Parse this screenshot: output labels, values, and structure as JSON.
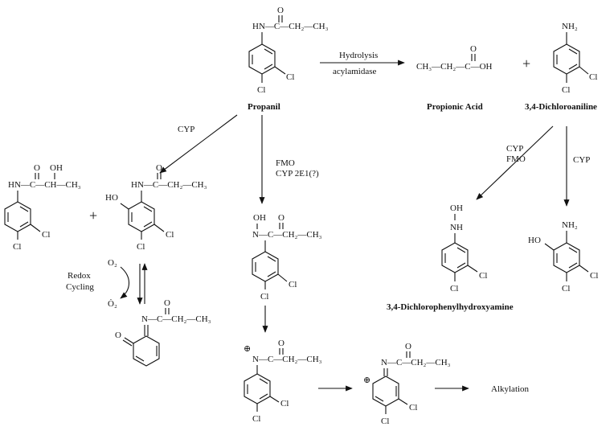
{
  "colors": {
    "background": "#ffffff",
    "ink": "#111111"
  },
  "compounds": {
    "propanil": {
      "name": "Propanil",
      "top_chain": "HN—C—CH₂—CH₃",
      "carbonyl_o": "O",
      "cl_3": "Cl",
      "cl_4": "Cl"
    },
    "propionic_acid": {
      "name": "Propionic Acid",
      "formula": "CH₃—CH₂—C—OH",
      "carbonyl_o": "O"
    },
    "dca": {
      "name": "3,4-Dichloroaniline",
      "nh2": "NH₂",
      "cl_3": "Cl",
      "cl_4": "Cl"
    },
    "dcphoh": {
      "name": "3,4-Dichlorophenylhydroxyamine",
      "oh": "OH",
      "nh": "NH",
      "cl_3": "Cl",
      "cl_4": "Cl"
    },
    "aminophenol": {
      "oh": "HO",
      "nh2": "NH₂",
      "cl_a": "Cl",
      "cl_b": "Cl"
    },
    "side_chain_oh": {
      "chain": "HN—C—CH—CH₃",
      "carbonyl_o": "O",
      "oh": "OH",
      "cl_3": "Cl",
      "cl_4": "Cl"
    },
    "ring_hydroxy": {
      "ho": "HO",
      "chain": "HN—C—CH₂—CH₃",
      "carbonyl_o": "O",
      "cl_a": "Cl",
      "cl_b": "Cl"
    },
    "quinone_imine": {
      "chain": "N—C—CH₂—CH₃",
      "carbonyl_o": "O",
      "ring_o": "O"
    },
    "n_hydroxy": {
      "oh": "OH",
      "chain": "N—C—CH₂—CH₃",
      "carbonyl_o": "O",
      "cl_3": "Cl",
      "cl_4": "Cl"
    },
    "nitrenium": {
      "charge": "⊕",
      "chain": "N—C—CH₂—CH₃",
      "carbonyl_o": "O",
      "cl_3": "Cl",
      "cl_4": "Cl"
    },
    "iminium": {
      "charge": "⊕",
      "chain": "N—C—CH₂—CH₃",
      "carbonyl_o": "O",
      "cl_3": "Cl",
      "cl_4": "Cl"
    }
  },
  "labels": {
    "hydrolysis": "Hydrolysis",
    "acylamidase": "acylamidase",
    "plus_1": "+",
    "plus_2": "+",
    "cyp_left": "CYP",
    "fmo": "FMO",
    "cyp2e1": "CYP 2E1(?)",
    "cyp_fmo_1": "CYP",
    "cyp_fmo_2": "FMO",
    "cyp_right": "CYP",
    "redox_1": "Redox",
    "redox_2": "Cycling",
    "o2": "O₂",
    "o2_radical": "Ȯ₂",
    "alkylation": "Alkylation"
  }
}
